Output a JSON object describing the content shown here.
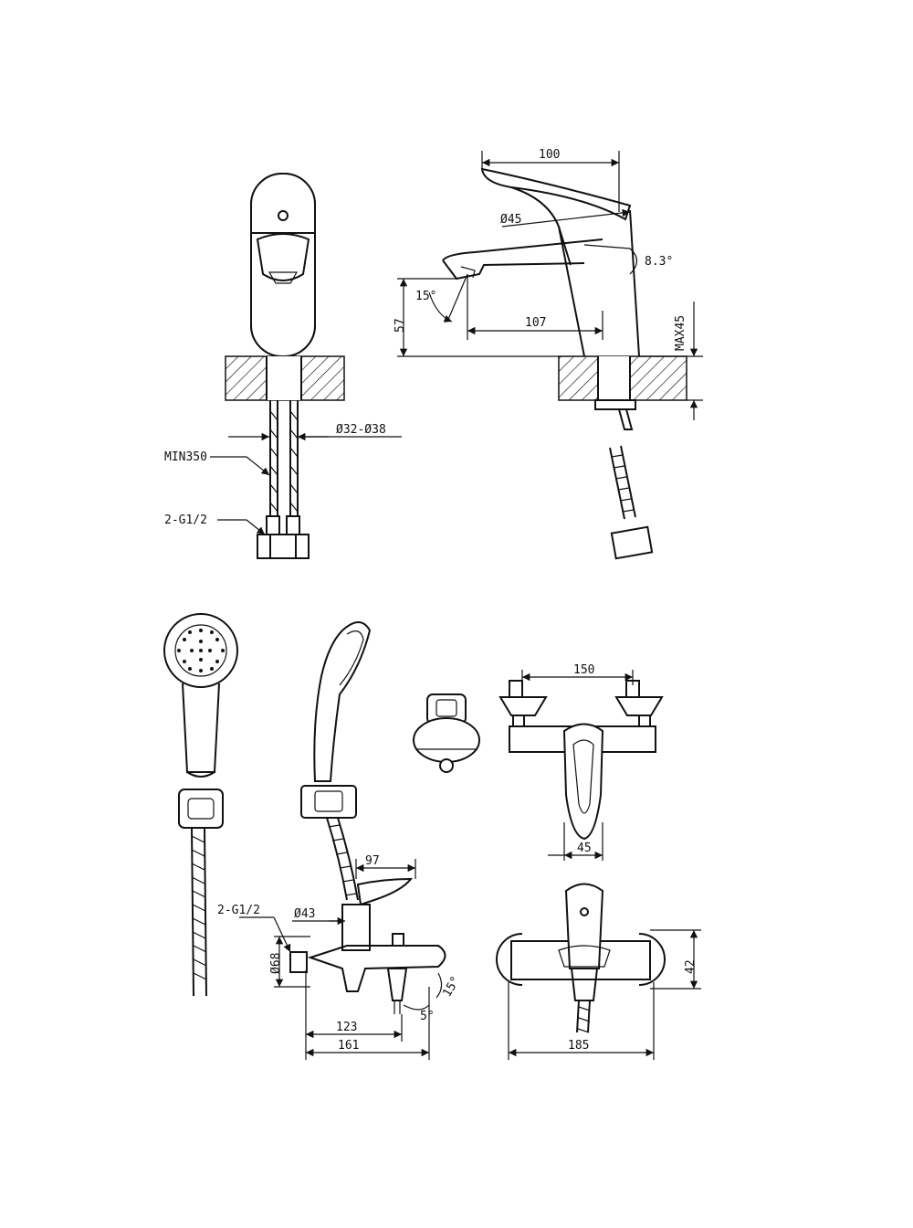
{
  "colors": {
    "ink": "#111111",
    "paper": "#ffffff"
  },
  "icons": [
    "faucet-front-view",
    "faucet-side-view",
    "hand-shower-front",
    "hand-shower-side",
    "shower-holder",
    "bath-mixer-top",
    "bath-mixer-front"
  ],
  "basin_mixer": {
    "front_labels": {
      "diameter": "Ø32-Ø38",
      "hose_length": "MIN350",
      "connection": "2-G1/2"
    },
    "side_labels": {
      "width": "100",
      "cartridge": "Ø45",
      "lever_angle": "8.3°",
      "spout_angle": "15°",
      "spout_height": "57",
      "spout_reach": "107",
      "max_deck": "MAX45"
    }
  },
  "bath_mixer": {
    "side_labels": {
      "reach_top": "97",
      "cartridge": "Ø43",
      "connection": "2-G1/2",
      "flange": "Ø68",
      "angle_a": "15°",
      "angle_b": "5°",
      "depth_inner": "123",
      "depth_outer": "161"
    },
    "top_labels": {
      "centers": "150",
      "lever_width": "45"
    },
    "front_labels": {
      "height": "42",
      "width": "185"
    }
  }
}
